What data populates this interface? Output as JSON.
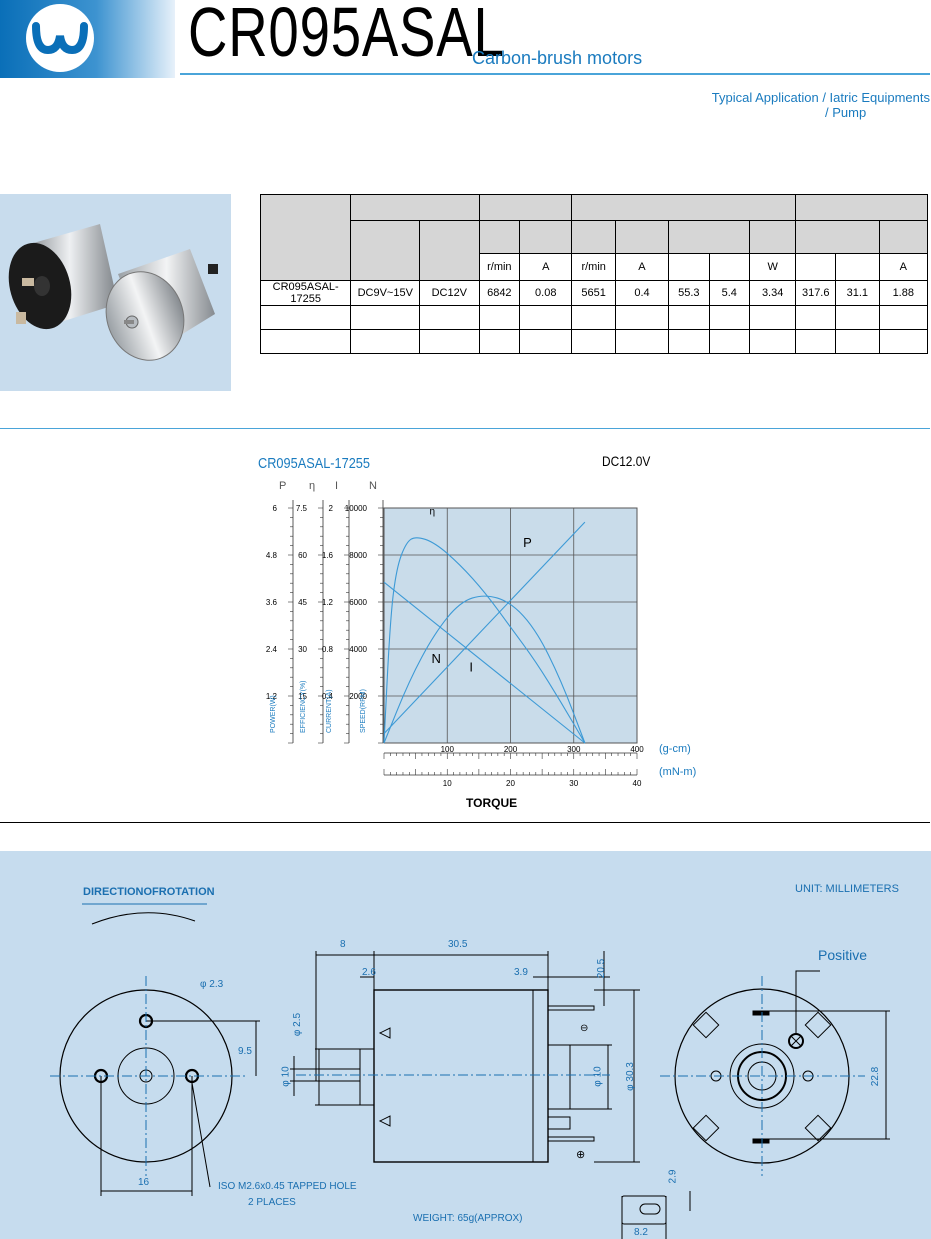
{
  "header": {
    "model": "CR095ASAL",
    "series": "Carbon-brush motors",
    "application_line1": "Typical Application / Iatric Equipments",
    "application_line2": "/ Pump"
  },
  "spec_table": {
    "units": [
      "r/min",
      "A",
      "r/min",
      "A",
      "",
      "",
      "W",
      "",
      "",
      "A"
    ],
    "rows": [
      [
        "CR095ASAL-17255",
        "DC9V~15V",
        "DC12V",
        "6842",
        "0.08",
        "5651",
        "0.4",
        "55.3",
        "5.4",
        "3.34",
        "317.6",
        "31.1",
        "1.88"
      ],
      [
        "",
        "",
        "",
        "",
        "",
        "",
        "",
        "",
        "",
        "",
        "",
        "",
        ""
      ],
      [
        "",
        "",
        "",
        "",
        "",
        "",
        "",
        "",
        "",
        "",
        "",
        "",
        ""
      ]
    ]
  },
  "chart_data": {
    "type": "line",
    "title": "CR095ASAL-17255",
    "voltage": "DC12.0V",
    "xlabel": "TORQUE",
    "x_units": [
      "(g-cm)",
      "(mN-m)"
    ],
    "x_ticks_gcm": [
      "100",
      "200",
      "300",
      "400"
    ],
    "x_ticks_mnm": [
      "10",
      "20",
      "30",
      "40"
    ],
    "xlim_gcm": [
      0,
      400
    ],
    "axes": [
      {
        "symbol": "P",
        "label": "POWER(W)",
        "ticks": [
          "1.2",
          "2.4",
          "3.6",
          "4.8",
          "6"
        ],
        "max": 6
      },
      {
        "symbol": "η",
        "label": "EFFICIENCY(%)",
        "ticks": [
          "15",
          "30",
          "45",
          "60",
          "7.5"
        ],
        "max": 75
      },
      {
        "symbol": "I",
        "label": "CURRENT(A)",
        "ticks": [
          "0.4",
          "0.8",
          "1.2",
          "1.6",
          "2"
        ],
        "max": 2
      },
      {
        "symbol": "N",
        "label": "SPEED(RPM)",
        "ticks": [
          "2000",
          "4000",
          "6000",
          "8000",
          "10000"
        ],
        "max": 10000
      }
    ],
    "series": [
      {
        "name": "N",
        "axis": "N",
        "x": [
          0,
          317.6
        ],
        "y": [
          6842,
          0
        ]
      },
      {
        "name": "I",
        "axis": "I",
        "x": [
          0,
          317.6
        ],
        "y": [
          0.08,
          1.88
        ]
      },
      {
        "name": "P",
        "axis": "P",
        "x": [
          0,
          40,
          80,
          120,
          158.8,
          200,
          240,
          280,
          317.6
        ],
        "y": [
          0,
          1.6,
          2.8,
          3.6,
          3.8,
          3.6,
          2.9,
          1.6,
          0
        ]
      },
      {
        "name": "η",
        "axis": "η",
        "x": [
          0,
          10,
          20,
          35,
          50,
          80,
          120,
          160,
          200,
          240,
          280,
          317.6
        ],
        "y": [
          0,
          40,
          56,
          64,
          66,
          64,
          57,
          48,
          37,
          26,
          13,
          0
        ]
      }
    ],
    "grid": true
  },
  "drawing": {
    "direction_label": "DIRECTIONOFROTATION",
    "unit_label": "UNIT: MILLIMETERS",
    "positive_label": "Positive",
    "tapped_hole_line1": "ISO M2.6x0.45 TAPPED HOLE",
    "tapped_hole_line2": "2 PLACES",
    "weight_label": "WEIGHT: 65g(APPROX)",
    "dims": {
      "d_hole": "φ 2.3",
      "d_95": "9.5",
      "d_16": "16",
      "d_8": "8",
      "d_305": "30.5",
      "d_26": "2.6",
      "d_39": "3.9",
      "d_205": "20.5",
      "d_25": "φ 2.5",
      "d_10a": "φ 10",
      "d_10b": "φ 10",
      "d_303": "φ 30.3",
      "d_228": "22.8",
      "d_29": "2.9",
      "d_82": "8.2",
      "plus_symbol": "⊕",
      "minus_symbol": "⊖"
    }
  }
}
